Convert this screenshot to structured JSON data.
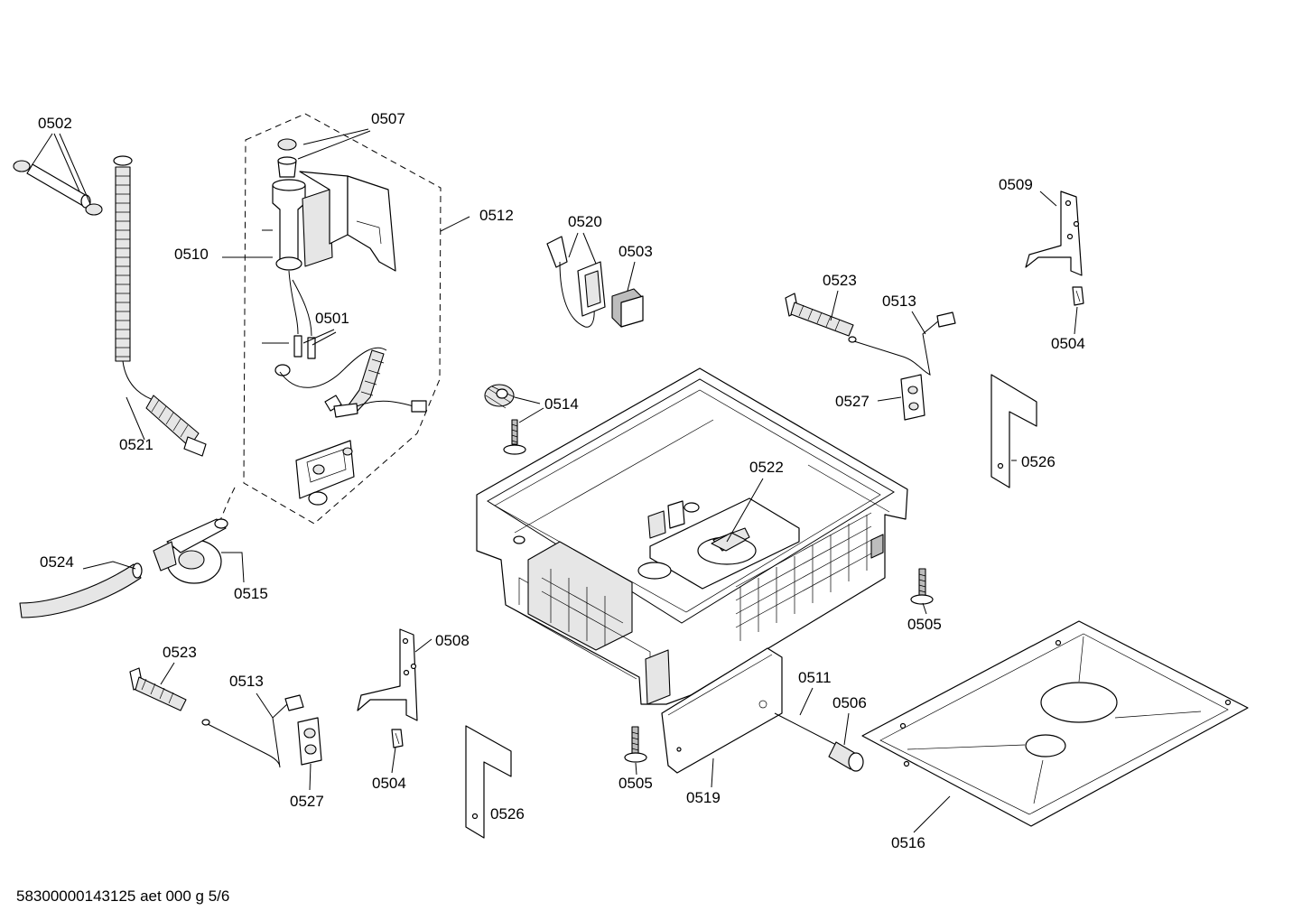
{
  "labels": {
    "p0502": "0502",
    "p0507": "0507",
    "p0512": "0512",
    "p0510": "0510",
    "p0501": "0501",
    "p0521": "0521",
    "p0520": "0520",
    "p0503": "0503",
    "p0514": "0514",
    "p0522": "0522",
    "p0524": "0524",
    "p0515": "0515",
    "p0523a": "0523",
    "p0513a": "0513",
    "p0527a": "0527",
    "p0509": "0509",
    "p0504a": "0504",
    "p0526a": "0526",
    "p0505a": "0505",
    "p0523b": "0523",
    "p0513b": "0513",
    "p0527b": "0527",
    "p0508": "0508",
    "p0504b": "0504",
    "p0526b": "0526",
    "p0505b": "0505",
    "p0519": "0519",
    "p0511": "0511",
    "p0506": "0506",
    "p0516": "0516"
  },
  "footer": "58300000143125 aet 000 g 5/6"
}
